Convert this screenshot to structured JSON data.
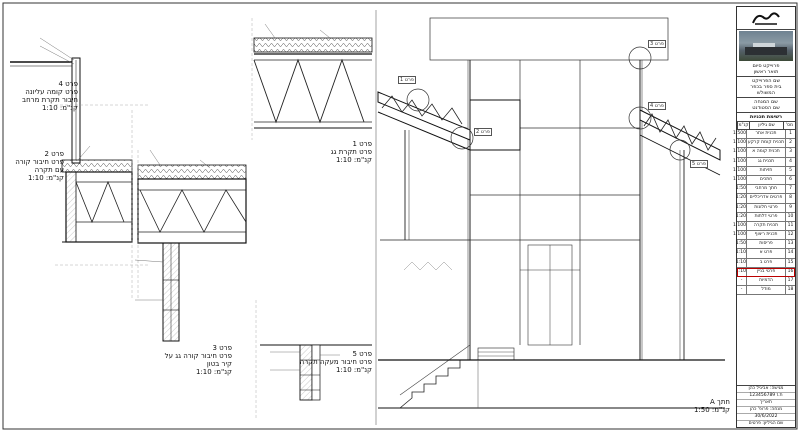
{
  "details": {
    "d4": {
      "num": "פרט 4",
      "lines": [
        "פרט קומה עליונה",
        "חיבור תקרת מרחב"
      ],
      "scale": "קנ\"מ: 1:10"
    },
    "d2": {
      "num": "פרט 2",
      "lines": [
        "פרט חיבור קורה",
        "עם תקרה"
      ],
      "scale": "קנ\"מ: 1:10"
    },
    "d1": {
      "num": "פרט 1",
      "lines": [
        "פרט תקרת גג"
      ],
      "scale": "קנ\"מ: 1:10"
    },
    "d3": {
      "num": "פרט 3",
      "lines": [
        "פרט חיבור קורה גג על",
        "קיר בטון"
      ],
      "scale": "קנ\"מ: 1:10"
    },
    "d5": {
      "num": "פרט 5",
      "lines": [
        "פרט חיבור מעקה תקרה"
      ],
      "scale": "קנ\"מ: 1:10"
    },
    "section": {
      "num": "חתך A",
      "scale": "קנ\"מ: 1:50"
    }
  },
  "callouts": [
    "פרט 1",
    "פרט 2",
    "פרט 3",
    "פרט 4",
    "פרט 5"
  ],
  "titleblock": {
    "logo": "אבא",
    "project": [
      "פרוייקט סיום",
      "תואר ראשון"
    ],
    "sheet_title": [
      "שם הפרוייקט",
      "בית ספר בכפר",
      "המשולש"
    ],
    "subtitle": [
      "שם המנחה",
      "שם הסטודנט"
    ],
    "list_title": "רשימת תכניות",
    "headers": [
      "מס'",
      "שם גיליון",
      "קנ\"מ"
    ],
    "sheets": [
      {
        "n": "1",
        "t": "תכנית אתר",
        "s": "1:500"
      },
      {
        "n": "2",
        "t": "תכנית קומת קרקע",
        "s": "1:100"
      },
      {
        "n": "3",
        "t": "תכנית קומה א",
        "s": "1:100"
      },
      {
        "n": "4",
        "t": "תכנית גג",
        "s": "1:100"
      },
      {
        "n": "5",
        "t": "חזיתות",
        "s": "1:100"
      },
      {
        "n": "6",
        "t": "חתכים",
        "s": "1:100"
      },
      {
        "n": "7",
        "t": "חתך מרחבי",
        "s": "1:50"
      },
      {
        "n": "8",
        "t": "פרטים אדריכליים",
        "s": "1:20"
      },
      {
        "n": "9",
        "t": "פרטי חלונות",
        "s": "1:20"
      },
      {
        "n": "10",
        "t": "פרטי דלתות",
        "s": "1:20"
      },
      {
        "n": "11",
        "t": "תכנית תקרה",
        "s": "1:100"
      },
      {
        "n": "12",
        "t": "תכנית ריצוף",
        "s": "1:100"
      },
      {
        "n": "13",
        "t": "פריסות",
        "s": "1:50"
      },
      {
        "n": "14",
        "t": "פרט א",
        "s": "1:10"
      },
      {
        "n": "15",
        "t": "פרט ב",
        "s": "1:10"
      },
      {
        "n": "16",
        "t": "פרטי בניין",
        "s": "1:10"
      },
      {
        "n": "17",
        "t": "הדמיות",
        "s": "-"
      },
      {
        "n": "18",
        "t": "מודל",
        "s": "-"
      }
    ],
    "selected_index": 15,
    "footer": [
      "מגישה: אביגיל כהן",
      "ת.ז 123456789",
      "תאריך",
      "מנחה: פרופ' כהן",
      "30/6/2022",
      "שם הגיליון: פרטים"
    ]
  }
}
